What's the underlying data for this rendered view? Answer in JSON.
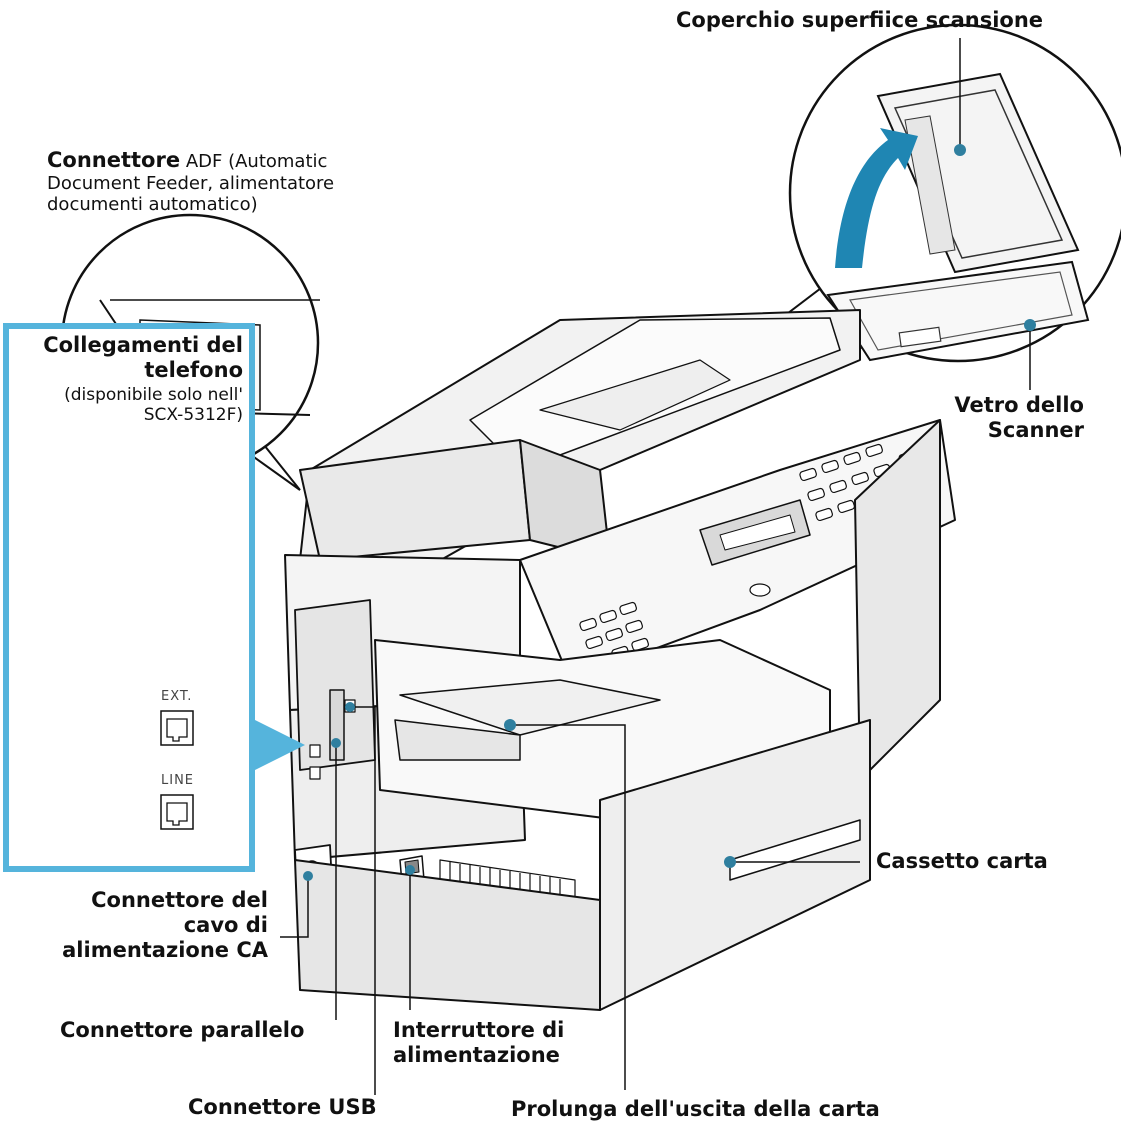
{
  "labels": {
    "scan_cover": "Coperchio superfiice scansione",
    "adf_title": "Connettore",
    "adf_line1_rest": "ADF (Automatic",
    "adf_line2": "Document Feeder, alimentatore",
    "adf_line3": "documenti automatico)",
    "glass_line1": "Vetro dello",
    "glass_line2": "Scanner",
    "phone_title_line1": "Collegamenti del",
    "phone_title_line2": "telefono",
    "phone_note_line1": "(disponibile solo nell'",
    "phone_note_line2": "SCX-5312F)",
    "port_ext": "EXT.",
    "port_line": "LINE",
    "tray": "Cassetto carta",
    "power_cord_line1": "Connettore del",
    "power_cord_line2": "cavo di",
    "power_cord_line3": "alimentazione CA",
    "parallel": "Connettore parallelo",
    "switch_line1": "Interruttore di",
    "switch_line2": "alimentazione",
    "usb": "Connettore USB",
    "exit_extension": "Prolunga dell'uscita della carta"
  },
  "colors": {
    "accent": "#55b4dc",
    "callout_dot": "#2f7f9f",
    "arrow": "#1f86b3",
    "line": "#111111"
  }
}
